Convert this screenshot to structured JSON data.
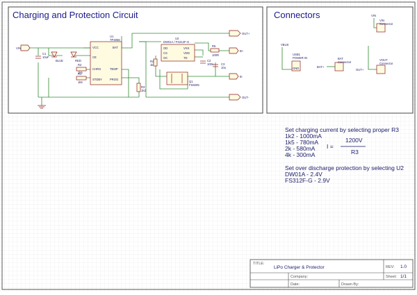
{
  "panels": {
    "charging": {
      "title": "Charging and Protection Circuit",
      "ports": {
        "vin": "VIN",
        "out_plus": "OUT+",
        "b_plus": "B+",
        "b_minus": "B-",
        "out_minus": "OUT-"
      },
      "components": {
        "c1": {
          "ref": "C1",
          "value": "10uF"
        },
        "led_blue": {
          "value": "BLUE"
        },
        "led_red": {
          "value": "RED"
        },
        "r1": {
          "ref": "R1",
          "value": "1k5"
        },
        "r2": {
          "ref": "R2",
          "value": "1k5"
        },
        "r3": {
          "ref": "R3",
          "value": "1k2"
        },
        "r4": {
          "ref": "R4",
          "value": "1k"
        },
        "r5": {
          "ref": "R5",
          "value": "100R"
        },
        "c2": {
          "ref": "C2",
          "value": "100n"
        },
        "c3": {
          "ref": "C3",
          "value": "10u"
        },
        "u1": {
          "ref": "U1",
          "part": "TP4056",
          "pins": [
            "VCC",
            "CE",
            "CHRG",
            "STDBY",
            "BAT",
            "TEMP",
            "PROG"
          ]
        },
        "u2": {
          "ref": "U2",
          "part": "DW01A / FS312F-G",
          "pins": [
            "OD",
            "CS",
            "OC",
            "VSS",
            "VDD",
            "TD"
          ]
        },
        "q1": {
          "ref": "Q1",
          "part": "FS8205"
        }
      }
    },
    "connectors": {
      "title": "Connectors",
      "usb": {
        "ref": "USB1",
        "label": "POWER IN",
        "gnd": "GND",
        "vbus": "VBUS"
      },
      "bat": {
        "ref": "BAT",
        "label": "Connector",
        "net": "BAT+"
      },
      "vin": {
        "ref": "VIN",
        "label": "Connector",
        "net": "VIN"
      },
      "vout": {
        "ref": "VOUT",
        "label": "Connector",
        "net": "OUT+"
      }
    }
  },
  "notes": {
    "charging_heading": "Set charging current by selecting proper R3",
    "charging_options": [
      "1k2 - 1000mA",
      "1k5 -  780mA",
      "2k  -  580mA",
      "4k  -  300mA"
    ],
    "formula": {
      "lhs": "I =",
      "numerator": "1200V",
      "denominator": "R3"
    },
    "protection_heading": "Set over discharge protection by selecting U2",
    "protection_options": [
      "DW01A    - 2.4V",
      "FS312F-G - 2.9V"
    ]
  },
  "title_block": {
    "title_label": "TITLE:",
    "title": "LiPo Charger & Protector",
    "rev_label": "REV:",
    "rev": "1.0",
    "company_label": "Company:",
    "sheet_label": "Sheet:",
    "sheet": "1/1",
    "date_label": "Date:",
    "drawn_by_label": "Drawn By:"
  }
}
